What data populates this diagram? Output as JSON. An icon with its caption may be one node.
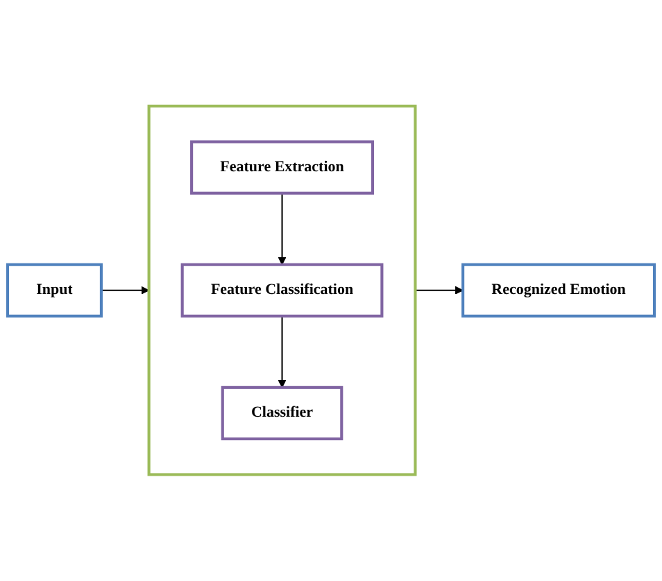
{
  "diagram": {
    "nodes": [
      {
        "text": [
          "Input"
        ]
      },
      {
        "text": [],
        "shape": "box"
      },
      {
        "text": [
          "Feature Extraction"
        ],
        "in": 1
      },
      {
        "text": [
          "Feature Classification"
        ],
        "in": 1
      },
      {
        "text": [
          "Classifier"
        ],
        "in": 1
      },
      {
        "text": [
          "Recognized Emotion"
        ]
      }
    ],
    "edges": [
      {
        "from": 0,
        "to": 1,
        "arrow": "to"
      },
      {
        "from": 2,
        "to": 3,
        "arrow": "to"
      },
      {
        "from": 3,
        "to": 4,
        "arrow": "to"
      },
      {
        "from": 1,
        "to": 5,
        "arrow": "to"
      }
    ]
  }
}
